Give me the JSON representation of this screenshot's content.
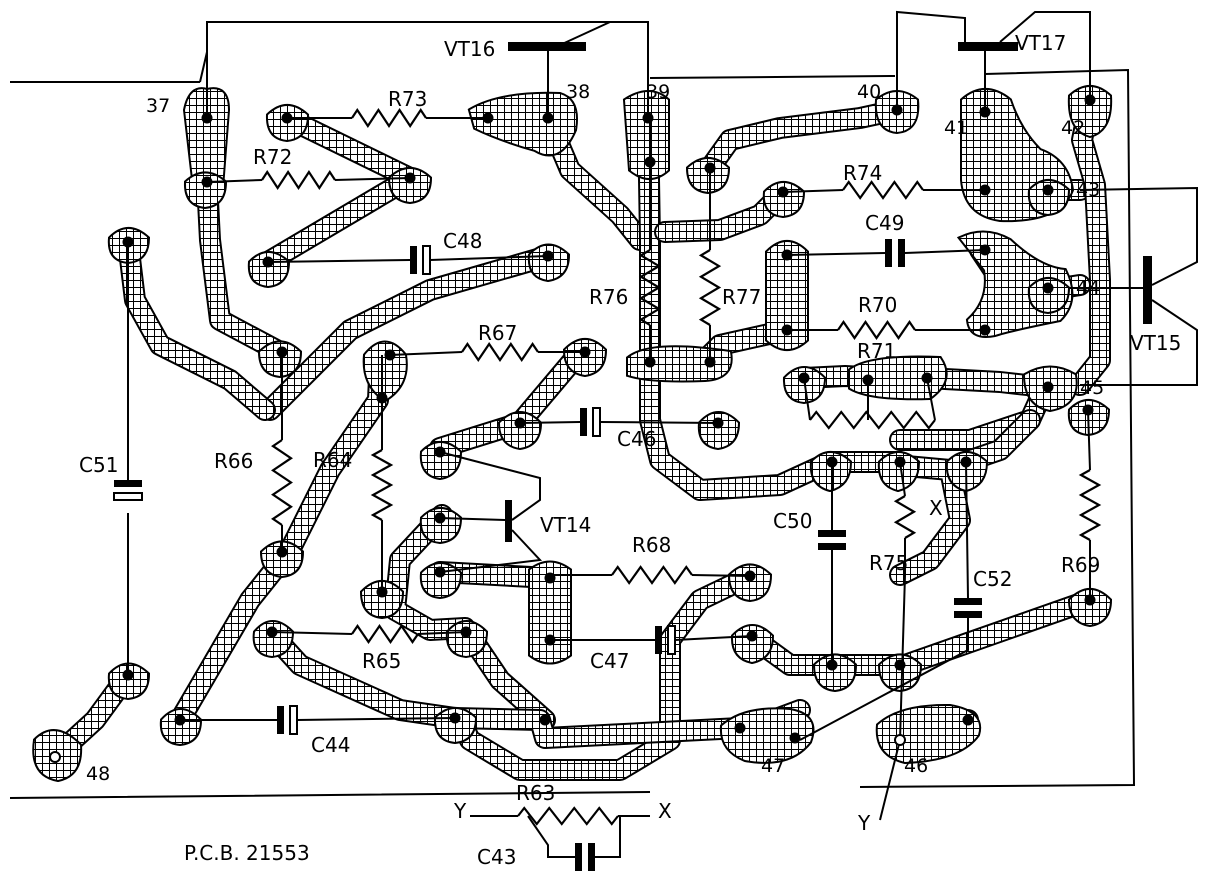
{
  "board_label": "P.C.B. 21553",
  "terminals": [
    "37",
    "38",
    "39",
    "40",
    "41",
    "42",
    "43",
    "44",
    "45",
    "46",
    "47",
    "48"
  ],
  "resistors": [
    "R63",
    "R64",
    "R65",
    "R66",
    "R67",
    "R68",
    "R69",
    "R70",
    "R71",
    "R72",
    "R73",
    "R74",
    "R75",
    "R76",
    "R77"
  ],
  "capacitors": [
    "C43",
    "C44",
    "C46",
    "C47",
    "C48",
    "C49",
    "C50",
    "C51",
    "C52"
  ],
  "transistors": [
    "VT14",
    "VT15",
    "VT16",
    "VT17"
  ],
  "wire_markers": {
    "x": "X",
    "y": "Y"
  }
}
